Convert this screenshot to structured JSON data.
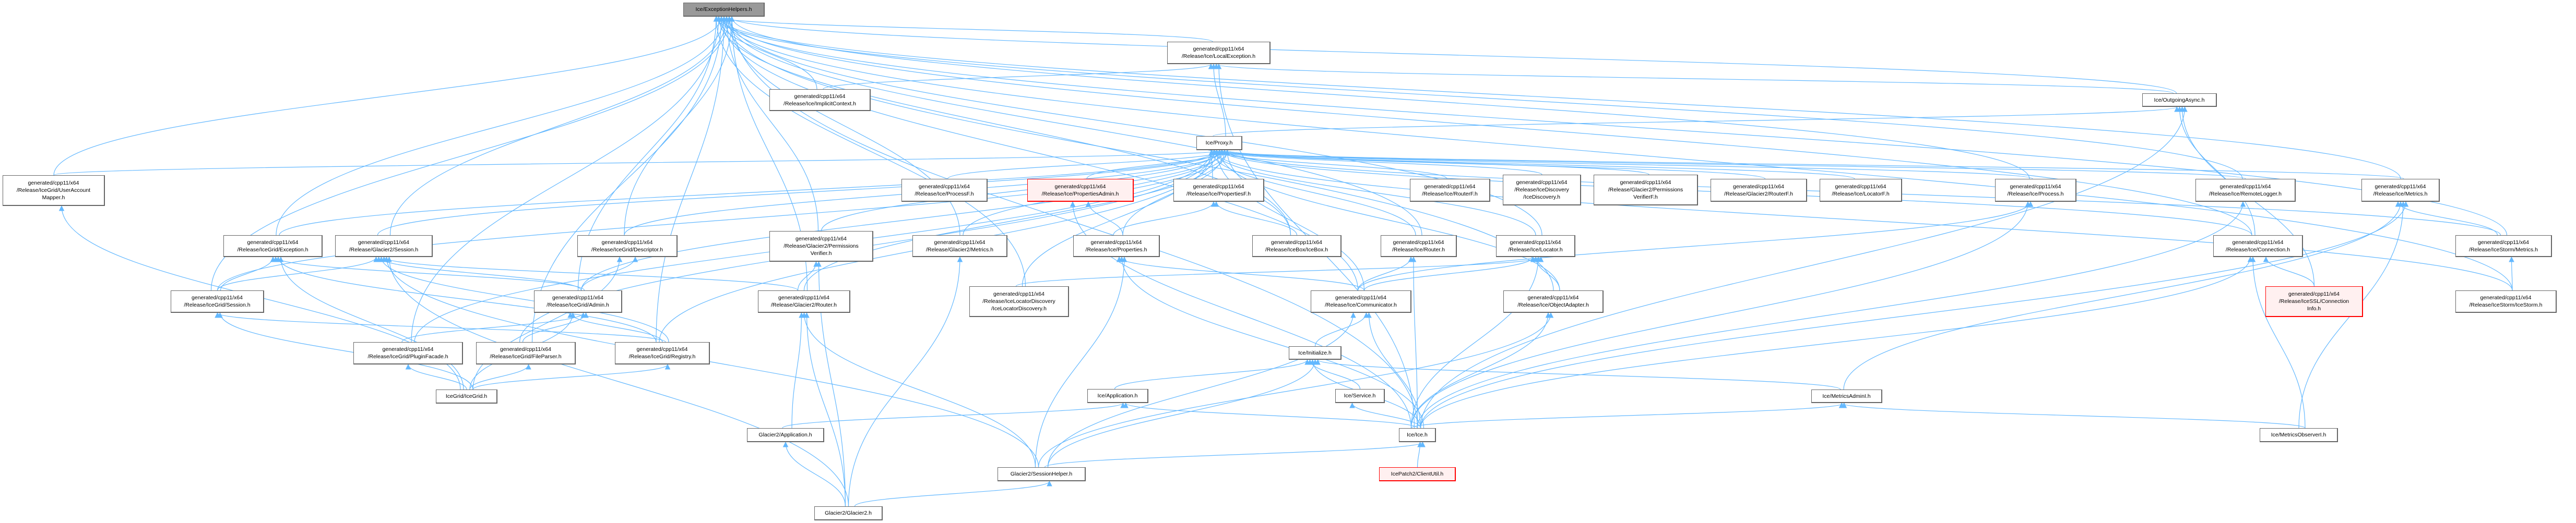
{
  "title": "Ice/ExceptionHelpers.h include dependency graph",
  "colors": {
    "edge": "#63b8ff",
    "node_border": "#666666",
    "root_fill": "#999999",
    "highlight_border": "#ff0000",
    "highlight_fill": "#fff0f0"
  },
  "nodes": {
    "eh": {
      "label": "Ice/ExceptionHelpers.h",
      "style": "root"
    },
    "localexc": {
      "label": "generated/cpp11/x64\n/Release/Ice/LocalException.h"
    },
    "implctx": {
      "label": "generated/cpp11/x64\n/Release/Ice/ImplicitContext.h"
    },
    "outasync": {
      "label": "Ice/OutgoingAsync.h"
    },
    "proxy": {
      "label": "Ice/Proxy.h"
    },
    "uam": {
      "label": "generated/cpp11/x64\n/Release/IceGrid/UserAccount\nMapper.h"
    },
    "processf": {
      "label": "generated/cpp11/x64\n/Release/Ice/ProcessF.h"
    },
    "propadmin": {
      "label": "generated/cpp11/x64\n/Release/Ice/PropertiesAdmin.h",
      "style": "red"
    },
    "propf": {
      "label": "generated/cpp11/x64\n/Release/Ice/PropertiesF.h"
    },
    "routerf": {
      "label": "generated/cpp11/x64\n/Release/Ice/RouterF.h"
    },
    "icedisc": {
      "label": "generated/cpp11/x64\n/Release/IceDiscovery\n/IceDiscovery.h"
    },
    "pvf": {
      "label": "generated/cpp11/x64\n/Release/Glacier2/Permissions\nVerifierF.h"
    },
    "g2routerf": {
      "label": "generated/cpp11/x64\n/Release/Glacier2/RouterF.h"
    },
    "locatorf": {
      "label": "generated/cpp11/x64\n/Release/Ice/LocatorF.h"
    },
    "process": {
      "label": "generated/cpp11/x64\n/Release/Ice/Process.h"
    },
    "remotelogger": {
      "label": "generated/cpp11/x64\n/Release/Ice/RemoteLogger.h"
    },
    "icemetrics": {
      "label": "generated/cpp11/x64\n/Release/Ice/Metrics.h"
    },
    "igexc": {
      "label": "generated/cpp11/x64\n/Release/IceGrid/Exception.h"
    },
    "g2session": {
      "label": "generated/cpp11/x64\n/Release/Glacier2/Session.h"
    },
    "descriptor": {
      "label": "generated/cpp11/x64\n/Release/IceGrid/Descriptor.h"
    },
    "pv": {
      "label": "generated/cpp11/x64\n/Release/Glacier2/Permissions\nVerifier.h"
    },
    "g2metrics": {
      "label": "generated/cpp11/x64\n/Release/Glacier2/Metrics.h"
    },
    "properties": {
      "label": "generated/cpp11/x64\n/Release/Ice/Properties.h"
    },
    "icebox": {
      "label": "generated/cpp11/x64\n/Release/IceBox/IceBox.h"
    },
    "router": {
      "label": "generated/cpp11/x64\n/Release/Ice/Router.h"
    },
    "locator": {
      "label": "generated/cpp11/x64\n/Release/Ice/Locator.h"
    },
    "connection": {
      "label": "generated/cpp11/x64\n/Release/Ice/Connection.h"
    },
    "ismetrics": {
      "label": "generated/cpp11/x64\n/Release/IceStorm/Metrics.h"
    },
    "igsession": {
      "label": "generated/cpp11/x64\n/Release/IceGrid/Session.h"
    },
    "admin": {
      "label": "generated/cpp11/x64\n/Release/IceGrid/Admin.h"
    },
    "g2router": {
      "label": "generated/cpp11/x64\n/Release/Glacier2/Router.h"
    },
    "ild": {
      "label": "generated/cpp11/x64\n/Release/IceLocatorDiscovery\n/IceLocatorDiscovery.h"
    },
    "communicator": {
      "label": "generated/cpp11/x64\n/Release/Ice/Communicator.h"
    },
    "objadapter": {
      "label": "generated/cpp11/x64\n/Release/Ice/ObjectAdapter.h"
    },
    "sslci": {
      "label": "generated/cpp11/x64\n/Release/IceSSL/Connection\nInfo.h",
      "style": "red"
    },
    "icestorm": {
      "label": "generated/cpp11/x64\n/Release/IceStorm/IceStorm.h"
    },
    "plugin": {
      "label": "generated/cpp11/x64\n/Release/IceGrid/PluginFacade.h"
    },
    "fileparser": {
      "label": "generated/cpp11/x64\n/Release/IceGrid/FileParser.h"
    },
    "registry": {
      "label": "generated/cpp11/x64\n/Release/IceGrid/Registry.h"
    },
    "initialize": {
      "label": "Ice/Initialize.h"
    },
    "icegrid": {
      "label": "IceGrid/IceGrid.h"
    },
    "application": {
      "label": "Ice/Application.h"
    },
    "service": {
      "label": "Ice/Service.h"
    },
    "metricsadmin": {
      "label": "Ice/MetricsAdminI.h"
    },
    "g2app": {
      "label": "Glacier2/Application.h"
    },
    "ice": {
      "label": "Ice/Ice.h"
    },
    "metricsobs": {
      "label": "Ice/MetricsObserverI.h"
    },
    "sessionhelper": {
      "label": "Glacier2/SessionHelper.h"
    },
    "clientutil": {
      "label": "IcePatch2/ClientUtil.h",
      "style": "red"
    },
    "glacier2": {
      "label": "Glacier2/Glacier2.h"
    }
  },
  "edges": [
    [
      "localexc",
      "eh"
    ],
    [
      "implctx",
      "eh"
    ],
    [
      "uam",
      "eh"
    ],
    [
      "igexc",
      "eh"
    ],
    [
      "g2session",
      "eh"
    ],
    [
      "igsession",
      "eh"
    ],
    [
      "descriptor",
      "eh"
    ],
    [
      "admin",
      "eh"
    ],
    [
      "plugin",
      "eh"
    ],
    [
      "fileparser",
      "eh"
    ],
    [
      "registry",
      "eh"
    ],
    [
      "pv",
      "eh"
    ],
    [
      "g2metrics",
      "eh"
    ],
    [
      "g2router",
      "eh"
    ],
    [
      "ild",
      "eh"
    ],
    [
      "icebox",
      "eh"
    ],
    [
      "communicator",
      "eh"
    ],
    [
      "objadapter",
      "eh"
    ],
    [
      "router",
      "eh"
    ],
    [
      "locator",
      "eh"
    ],
    [
      "process",
      "eh"
    ],
    [
      "remotelogger",
      "eh"
    ],
    [
      "icemetrics",
      "eh"
    ],
    [
      "ismetrics",
      "eh"
    ],
    [
      "icestorm",
      "eh"
    ],
    [
      "connection",
      "eh"
    ],
    [
      "outasync",
      "eh"
    ],
    [
      "ice",
      "eh"
    ],
    [
      "implctx",
      "localexc"
    ],
    [
      "proxy",
      "localexc"
    ],
    [
      "outasync",
      "localexc"
    ],
    [
      "ice",
      "localexc"
    ],
    [
      "uam",
      "proxy"
    ],
    [
      "processf",
      "proxy"
    ],
    [
      "propadmin",
      "proxy"
    ],
    [
      "propf",
      "proxy"
    ],
    [
      "routerf",
      "proxy"
    ],
    [
      "icedisc",
      "proxy"
    ],
    [
      "pvf",
      "proxy"
    ],
    [
      "g2routerf",
      "proxy"
    ],
    [
      "locatorf",
      "proxy"
    ],
    [
      "process",
      "proxy"
    ],
    [
      "remotelogger",
      "proxy"
    ],
    [
      "icemetrics",
      "proxy"
    ],
    [
      "igexc",
      "proxy"
    ],
    [
      "g2session",
      "proxy"
    ],
    [
      "descriptor",
      "proxy"
    ],
    [
      "igsession",
      "proxy"
    ],
    [
      "admin",
      "proxy"
    ],
    [
      "plugin",
      "proxy"
    ],
    [
      "fileparser",
      "proxy"
    ],
    [
      "registry",
      "proxy"
    ],
    [
      "pv",
      "proxy"
    ],
    [
      "g2metrics",
      "proxy"
    ],
    [
      "properties",
      "proxy"
    ],
    [
      "icebox",
      "proxy"
    ],
    [
      "router",
      "proxy"
    ],
    [
      "locator",
      "proxy"
    ],
    [
      "communicator",
      "proxy"
    ],
    [
      "objadapter",
      "proxy"
    ],
    [
      "connection",
      "proxy"
    ],
    [
      "ismetrics",
      "proxy"
    ],
    [
      "g2router",
      "proxy"
    ],
    [
      "ild",
      "proxy"
    ],
    [
      "icestorm",
      "proxy"
    ],
    [
      "proxy",
      "outasync"
    ],
    [
      "connection",
      "outasync"
    ],
    [
      "sslci",
      "outasync"
    ],
    [
      "ice",
      "outasync"
    ],
    [
      "properties",
      "propadmin"
    ],
    [
      "ice",
      "propadmin"
    ],
    [
      "properties",
      "propf"
    ],
    [
      "icebox",
      "propf"
    ],
    [
      "igsession",
      "igexc"
    ],
    [
      "admin",
      "igexc"
    ],
    [
      "registry",
      "igexc"
    ],
    [
      "icegrid",
      "igexc"
    ],
    [
      "igsession",
      "g2session"
    ],
    [
      "admin",
      "g2session"
    ],
    [
      "registry",
      "g2session"
    ],
    [
      "g2router",
      "g2session"
    ],
    [
      "sessionhelper",
      "g2session"
    ],
    [
      "glacier2",
      "g2session"
    ],
    [
      "admin",
      "descriptor"
    ],
    [
      "icegrid",
      "descriptor"
    ],
    [
      "g2router",
      "pv"
    ],
    [
      "glacier2",
      "pv"
    ],
    [
      "glacier2",
      "g2metrics"
    ],
    [
      "communicator",
      "properties"
    ],
    [
      "ice",
      "properties"
    ],
    [
      "sessionhelper",
      "properties"
    ],
    [
      "communicator",
      "router"
    ],
    [
      "ice",
      "router"
    ],
    [
      "communicator",
      "locator"
    ],
    [
      "objadapter",
      "locator"
    ],
    [
      "ice",
      "locator"
    ],
    [
      "ild",
      "locator"
    ],
    [
      "sslci",
      "connection"
    ],
    [
      "ice",
      "connection"
    ],
    [
      "metricsobs",
      "connection"
    ],
    [
      "ismetrics",
      "icemetrics"
    ],
    [
      "metricsadmin",
      "icemetrics"
    ],
    [
      "metricsobs",
      "icemetrics"
    ],
    [
      "ice",
      "icemetrics"
    ],
    [
      "icestorm",
      "ismetrics"
    ],
    [
      "ice",
      "process"
    ],
    [
      "communicator",
      "process"
    ],
    [
      "ice",
      "remotelogger"
    ],
    [
      "registry",
      "igsession"
    ],
    [
      "icegrid",
      "igsession"
    ],
    [
      "plugin",
      "admin"
    ],
    [
      "fileparser",
      "admin"
    ],
    [
      "registry",
      "admin"
    ],
    [
      "icegrid",
      "admin"
    ],
    [
      "g2app",
      "g2router"
    ],
    [
      "sessionhelper",
      "g2router"
    ],
    [
      "glacier2",
      "g2router"
    ],
    [
      "initialize",
      "communicator"
    ],
    [
      "ice",
      "communicator"
    ],
    [
      "sessionhelper",
      "communicator"
    ],
    [
      "ice",
      "objadapter"
    ],
    [
      "sessionhelper",
      "objadapter"
    ],
    [
      "icegrid",
      "plugin"
    ],
    [
      "icegrid",
      "fileparser"
    ],
    [
      "icegrid",
      "registry"
    ],
    [
      "icegrid",
      "uam"
    ],
    [
      "application",
      "initialize"
    ],
    [
      "service",
      "initialize"
    ],
    [
      "ice",
      "initialize"
    ],
    [
      "sessionhelper",
      "initialize"
    ],
    [
      "metricsadmin",
      "initialize"
    ],
    [
      "g2app",
      "application"
    ],
    [
      "ice",
      "application"
    ],
    [
      "ice",
      "service"
    ],
    [
      "metricsobs",
      "metricsadmin"
    ],
    [
      "ice",
      "metricsadmin"
    ],
    [
      "glacier2",
      "g2app"
    ],
    [
      "clientutil",
      "ice"
    ],
    [
      "sessionhelper",
      "ice"
    ],
    [
      "glacier2",
      "sessionhelper"
    ]
  ]
}
